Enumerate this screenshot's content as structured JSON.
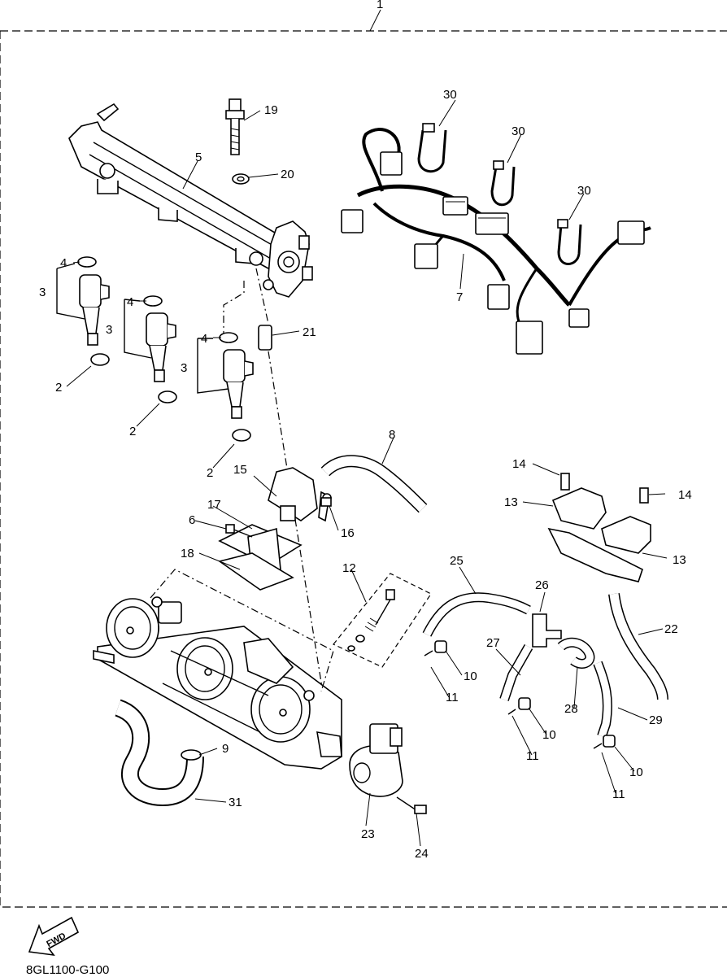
{
  "assembly_number": "1",
  "fwd_label": "FWD",
  "diagram_code": "8GL1100-G100",
  "callouts": [
    {
      "id": "c1",
      "text": "2"
    },
    {
      "id": "c2",
      "text": "2"
    },
    {
      "id": "c3",
      "text": "2"
    },
    {
      "id": "c4",
      "text": "3"
    },
    {
      "id": "c5",
      "text": "3"
    },
    {
      "id": "c6",
      "text": "3"
    },
    {
      "id": "c7",
      "text": "4"
    },
    {
      "id": "c8",
      "text": "4"
    },
    {
      "id": "c9",
      "text": "4"
    },
    {
      "id": "c10",
      "text": "5"
    },
    {
      "id": "c11",
      "text": "6"
    },
    {
      "id": "c12",
      "text": "7"
    },
    {
      "id": "c13",
      "text": "8"
    },
    {
      "id": "c14",
      "text": "9"
    },
    {
      "id": "c15",
      "text": "10"
    },
    {
      "id": "c16",
      "text": "10"
    },
    {
      "id": "c17",
      "text": "10"
    },
    {
      "id": "c18",
      "text": "11"
    },
    {
      "id": "c19",
      "text": "11"
    },
    {
      "id": "c20",
      "text": "11"
    },
    {
      "id": "c21",
      "text": "12"
    },
    {
      "id": "c22",
      "text": "13"
    },
    {
      "id": "c23",
      "text": "13"
    },
    {
      "id": "c24",
      "text": "14"
    },
    {
      "id": "c25",
      "text": "14"
    },
    {
      "id": "c26",
      "text": "15"
    },
    {
      "id": "c27",
      "text": "16"
    },
    {
      "id": "c28",
      "text": "17"
    },
    {
      "id": "c29",
      "text": "18"
    },
    {
      "id": "c30",
      "text": "19"
    },
    {
      "id": "c31",
      "text": "20"
    },
    {
      "id": "c32",
      "text": "21"
    },
    {
      "id": "c33",
      "text": "22"
    },
    {
      "id": "c34",
      "text": "23"
    },
    {
      "id": "c35",
      "text": "24"
    },
    {
      "id": "c36",
      "text": "25"
    },
    {
      "id": "c37",
      "text": "26"
    },
    {
      "id": "c38",
      "text": "27"
    },
    {
      "id": "c39",
      "text": "28"
    },
    {
      "id": "c40",
      "text": "29"
    },
    {
      "id": "c41",
      "text": "30"
    },
    {
      "id": "c42",
      "text": "30"
    },
    {
      "id": "c43",
      "text": "30"
    },
    {
      "id": "c44",
      "text": "31"
    }
  ]
}
